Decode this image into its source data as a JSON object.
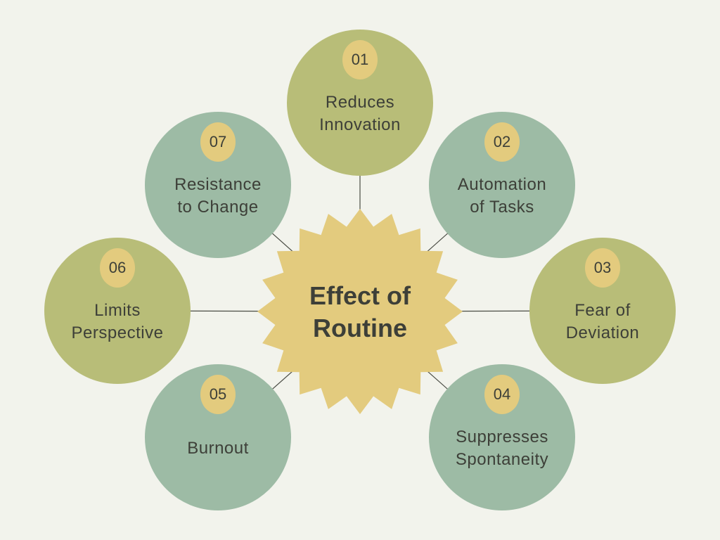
{
  "title": {
    "line1": "Effect of",
    "line2": "Routine"
  },
  "colors": {
    "background": "#f2f3ec",
    "olive": "#b8bd78",
    "sage": "#9dbba5",
    "badge": "#e3cb7e",
    "center": "#e3cb7e",
    "text": "#3d3f38",
    "line": "#4a4c44"
  },
  "nodes": [
    {
      "number": "01",
      "label_lines": [
        "Reduces",
        "Innovation"
      ],
      "color": "olive"
    },
    {
      "number": "02",
      "label_lines": [
        "Automation",
        "of Tasks"
      ],
      "color": "sage"
    },
    {
      "number": "03",
      "label_lines": [
        "Fear of",
        "Deviation"
      ],
      "color": "olive"
    },
    {
      "number": "04",
      "label_lines": [
        "Suppresses",
        "Spontaneity"
      ],
      "color": "sage"
    },
    {
      "number": "05",
      "label_lines": [
        "Burnout"
      ],
      "color": "sage"
    },
    {
      "number": "06",
      "label_lines": [
        "Limits",
        "Perspective"
      ],
      "color": "olive"
    },
    {
      "number": "07",
      "label_lines": [
        "Resistance",
        "to Change"
      ],
      "color": "sage"
    }
  ]
}
